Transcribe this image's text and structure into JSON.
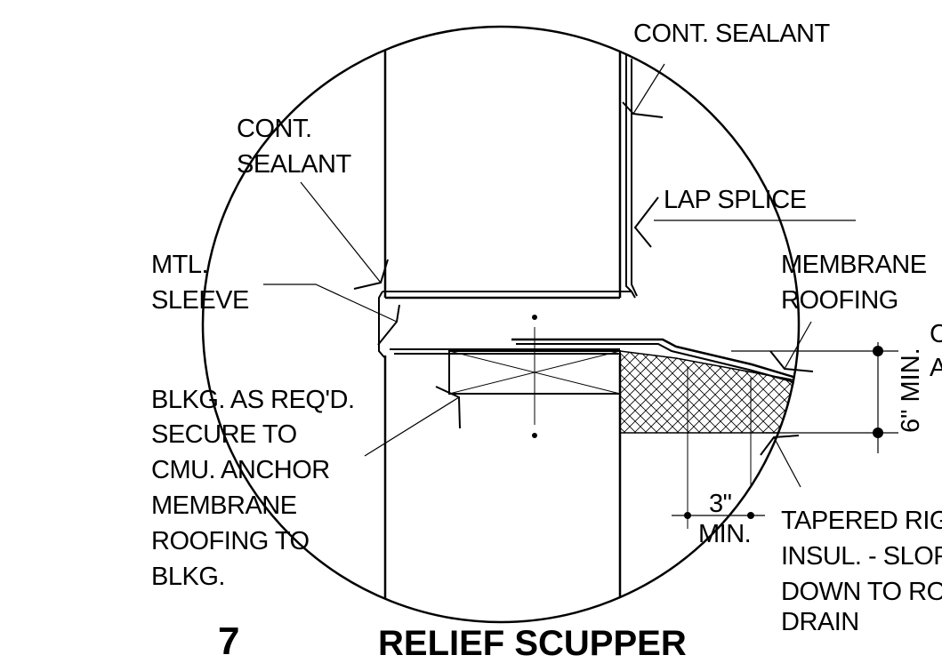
{
  "labels": {
    "cont_sealant_top": "CONT.  SEALANT",
    "cont_sealant_left": [
      "CONT.",
      "SEALANT"
    ],
    "lap_splice": "LAP SPLICE",
    "mtl_sleeve": [
      "MTL.",
      "SLEEVE"
    ],
    "membrane_roofing": [
      "MEMBRANE",
      "ROOFING"
    ],
    "blkg_note": [
      "BLKG. AS REQ'D.",
      "SECURE TO",
      "CMU.  ANCHOR",
      "MEMBRANE",
      "ROOFING TO",
      "BLKG."
    ],
    "six_min": "6\" MIN.",
    "three_min": [
      "3\"",
      "MIN."
    ],
    "tapered_insulation": [
      "TAPERED RIG",
      "INSUL. - SLOP",
      "DOWN TO RO",
      "DRAIN"
    ],
    "cropped_right": [
      "C",
      "A"
    ]
  },
  "title": {
    "number": "7",
    "text": "RELIEF SCUPPER"
  },
  "colors": {
    "line": "#000000",
    "background": "#ffffff"
  }
}
